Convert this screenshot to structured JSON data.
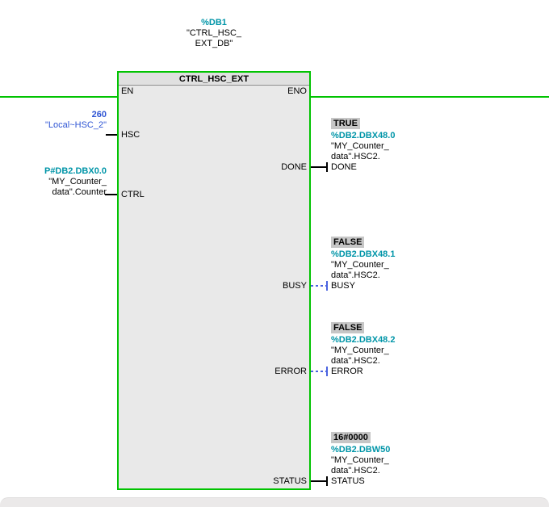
{
  "colors": {
    "green": "#00c300",
    "teal": "#0095a8",
    "blue": "#2f55d4",
    "chip": "#c6c6c6",
    "wire_blue": "#4a63e0",
    "block_fill": "#e9e9e9"
  },
  "instance_db": {
    "address": "%DB1",
    "name_line1": "\"CTRL_HSC_",
    "name_line2": "EXT_DB\""
  },
  "block": {
    "title": "CTRL_HSC_EXT",
    "pins": {
      "en": "EN",
      "eno": "ENO",
      "hsc": "HSC",
      "ctrl": "CTRL",
      "done": "DONE",
      "busy": "BUSY",
      "error": "ERROR",
      "status": "STATUS"
    }
  },
  "left_operands": {
    "hsc": {
      "value": "260",
      "name": "\"Local~HSC_2\""
    },
    "ctrl": {
      "address": "P#DB2.DBX0.0",
      "name_line1": "\"MY_Counter_",
      "name_line2": "data\".Counter"
    }
  },
  "right_operands": [
    {
      "monitor": "TRUE",
      "address": "%DB2.DBX48.0",
      "name_line1": "\"MY_Counter_",
      "name_line2": "data\".HSC2.",
      "signal": "DONE"
    },
    {
      "monitor": "FALSE",
      "address": "%DB2.DBX48.1",
      "name_line1": "\"MY_Counter_",
      "name_line2": "data\".HSC2.",
      "signal": "BUSY"
    },
    {
      "monitor": "FALSE",
      "address": "%DB2.DBX48.2",
      "name_line1": "\"MY_Counter_",
      "name_line2": "data\".HSC2.",
      "signal": "ERROR"
    },
    {
      "monitor": "16#0000",
      "address": "%DB2.DBW50",
      "name_line1": "\"MY_Counter_",
      "name_line2": "data\".HSC2.",
      "signal": "STATUS"
    }
  ]
}
